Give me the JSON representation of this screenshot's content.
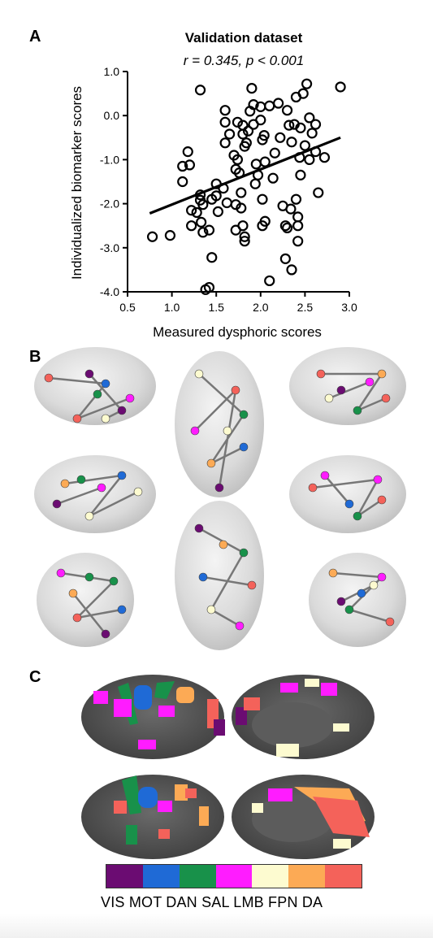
{
  "panels": {
    "a": "A",
    "b": "B",
    "c": "C"
  },
  "chart_data": {
    "type": "scatter",
    "title": "Validation dataset",
    "subtitle": "r = 0.345, p < 0.001",
    "xlabel": "Measured dysphoric scores",
    "ylabel": "Individualized biomarker scores",
    "xlim": [
      0.5,
      3.0
    ],
    "ylim": [
      -4.0,
      1.0
    ],
    "xticks": [
      "0.5",
      "1.0",
      "1.5",
      "2.0",
      "2.5",
      "3.0"
    ],
    "yticks": [
      "1.0",
      "0.0",
      "-1.0",
      "-2.0",
      "-3.0",
      "-4.0"
    ],
    "points": [
      [
        0.78,
        -2.75
      ],
      [
        0.98,
        -2.72
      ],
      [
        1.12,
        -1.15
      ],
      [
        1.12,
        -1.5
      ],
      [
        1.18,
        -0.82
      ],
      [
        1.2,
        -1.12
      ],
      [
        1.22,
        -2.15
      ],
      [
        1.22,
        -2.5
      ],
      [
        1.28,
        -2.2
      ],
      [
        1.32,
        -1.8
      ],
      [
        1.32,
        0.58
      ],
      [
        1.32,
        -1.92
      ],
      [
        1.33,
        -2.42
      ],
      [
        1.35,
        -2.02
      ],
      [
        1.35,
        -2.65
      ],
      [
        1.38,
        -3.95
      ],
      [
        1.42,
        -3.9
      ],
      [
        1.42,
        -2.6
      ],
      [
        1.45,
        -3.22
      ],
      [
        1.45,
        -1.9
      ],
      [
        1.5,
        -1.82
      ],
      [
        1.5,
        -1.55
      ],
      [
        1.52,
        -2.18
      ],
      [
        1.58,
        -1.65
      ],
      [
        1.6,
        -0.62
      ],
      [
        1.6,
        0.12
      ],
      [
        1.6,
        -0.15
      ],
      [
        1.62,
        -1.98
      ],
      [
        1.65,
        -0.42
      ],
      [
        1.7,
        -0.9
      ],
      [
        1.72,
        -1.22
      ],
      [
        1.72,
        -2.02
      ],
      [
        1.72,
        -2.6
      ],
      [
        1.74,
        -1.0
      ],
      [
        1.74,
        -0.15
      ],
      [
        1.76,
        -1.3
      ],
      [
        1.78,
        -1.75
      ],
      [
        1.78,
        -2.1
      ],
      [
        1.8,
        -2.5
      ],
      [
        1.8,
        -0.42
      ],
      [
        1.8,
        -0.22
      ],
      [
        1.82,
        -2.75
      ],
      [
        1.82,
        -2.85
      ],
      [
        1.82,
        -0.7
      ],
      [
        1.84,
        -0.62
      ],
      [
        1.86,
        -0.35
      ],
      [
        1.88,
        0.1
      ],
      [
        1.9,
        0.62
      ],
      [
        1.92,
        0.25
      ],
      [
        1.92,
        -0.2
      ],
      [
        1.94,
        -1.55
      ],
      [
        1.95,
        -1.1
      ],
      [
        1.97,
        -1.35
      ],
      [
        2.0,
        -0.1
      ],
      [
        2.0,
        0.2
      ],
      [
        2.02,
        -0.55
      ],
      [
        2.02,
        -1.9
      ],
      [
        2.02,
        -2.5
      ],
      [
        2.04,
        -0.45
      ],
      [
        2.05,
        -1.05
      ],
      [
        2.05,
        -2.4
      ],
      [
        2.1,
        0.22
      ],
      [
        2.1,
        -3.75
      ],
      [
        2.14,
        -1.42
      ],
      [
        2.16,
        -0.85
      ],
      [
        2.2,
        0.28
      ],
      [
        2.22,
        -0.5
      ],
      [
        2.25,
        -2.05
      ],
      [
        2.28,
        -2.5
      ],
      [
        2.28,
        -3.25
      ],
      [
        2.3,
        -2.55
      ],
      [
        2.3,
        0.12
      ],
      [
        2.32,
        -0.22
      ],
      [
        2.34,
        -2.12
      ],
      [
        2.35,
        -3.5
      ],
      [
        2.35,
        -0.6
      ],
      [
        2.38,
        -0.2
      ],
      [
        2.4,
        0.42
      ],
      [
        2.4,
        -1.9
      ],
      [
        2.42,
        -2.5
      ],
      [
        2.42,
        -2.3
      ],
      [
        2.42,
        -2.85
      ],
      [
        2.44,
        -0.95
      ],
      [
        2.45,
        -0.28
      ],
      [
        2.45,
        -1.35
      ],
      [
        2.48,
        0.5
      ],
      [
        2.5,
        -0.68
      ],
      [
        2.52,
        0.72
      ],
      [
        2.55,
        -0.05
      ],
      [
        2.55,
        -1.0
      ],
      [
        2.58,
        -0.4
      ],
      [
        2.62,
        -0.82
      ],
      [
        2.62,
        -0.2
      ],
      [
        2.65,
        -1.75
      ],
      [
        2.72,
        -0.95
      ],
      [
        2.9,
        0.65
      ]
    ],
    "regression": {
      "x": [
        0.75,
        2.9
      ],
      "y": [
        -2.22,
        -0.5
      ]
    }
  },
  "legend": {
    "labels_text": "VIS MOT DAN SAL LMB FPN DA",
    "colors": [
      "#6b0c72",
      "#1f6ad6",
      "#18914a",
      "#ff1cff",
      "#fdfbd0",
      "#fcaa55",
      "#f4625a"
    ]
  }
}
